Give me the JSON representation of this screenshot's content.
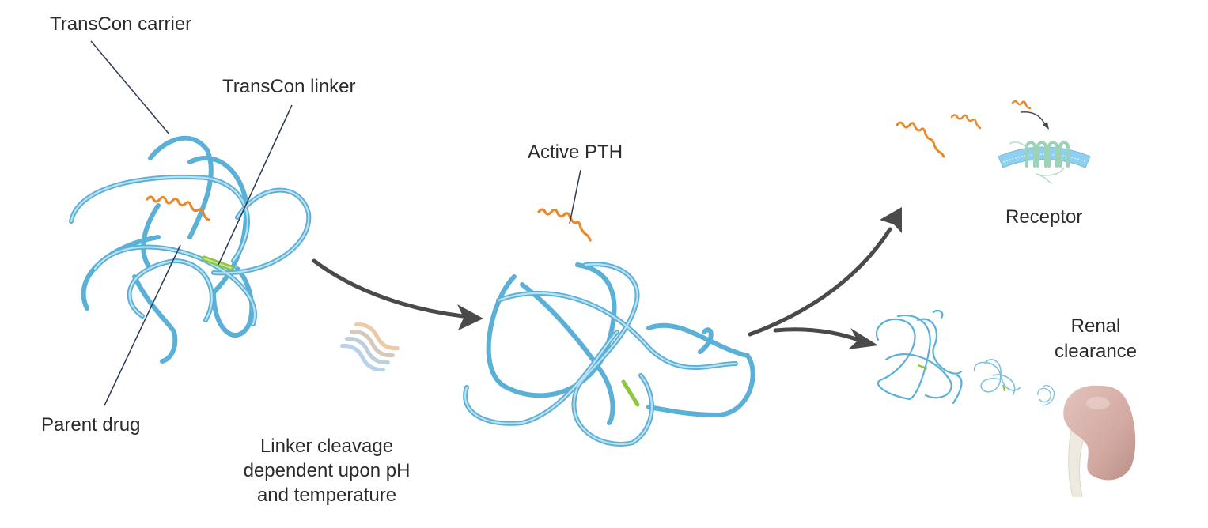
{
  "labels": {
    "transcon_carrier": "TransCon carrier",
    "transcon_linker": "TransCon linker",
    "parent_drug": "Parent drug",
    "active_pth": "Active PTH",
    "receptor": "Receptor",
    "renal_clearance_line1": "Renal",
    "renal_clearance_line2": "clearance",
    "cleavage_line1": "Linker cleavage",
    "cleavage_line2": "dependent upon pH",
    "cleavage_line3": "and temperature"
  },
  "colors": {
    "carrier_ribbon": "#5ab0d6",
    "carrier_ribbon_light": "#bfe3f2",
    "drug_helix": "#e8892c",
    "linker": "#8cc63f",
    "arrow": "#4a4a4c",
    "leader_line": "#2c3a55",
    "membrane": "#8fd0f0",
    "receptor_protein": "#a8d9c0",
    "kidney": "#d4aaa3",
    "ureter": "#eeeae0"
  }
}
